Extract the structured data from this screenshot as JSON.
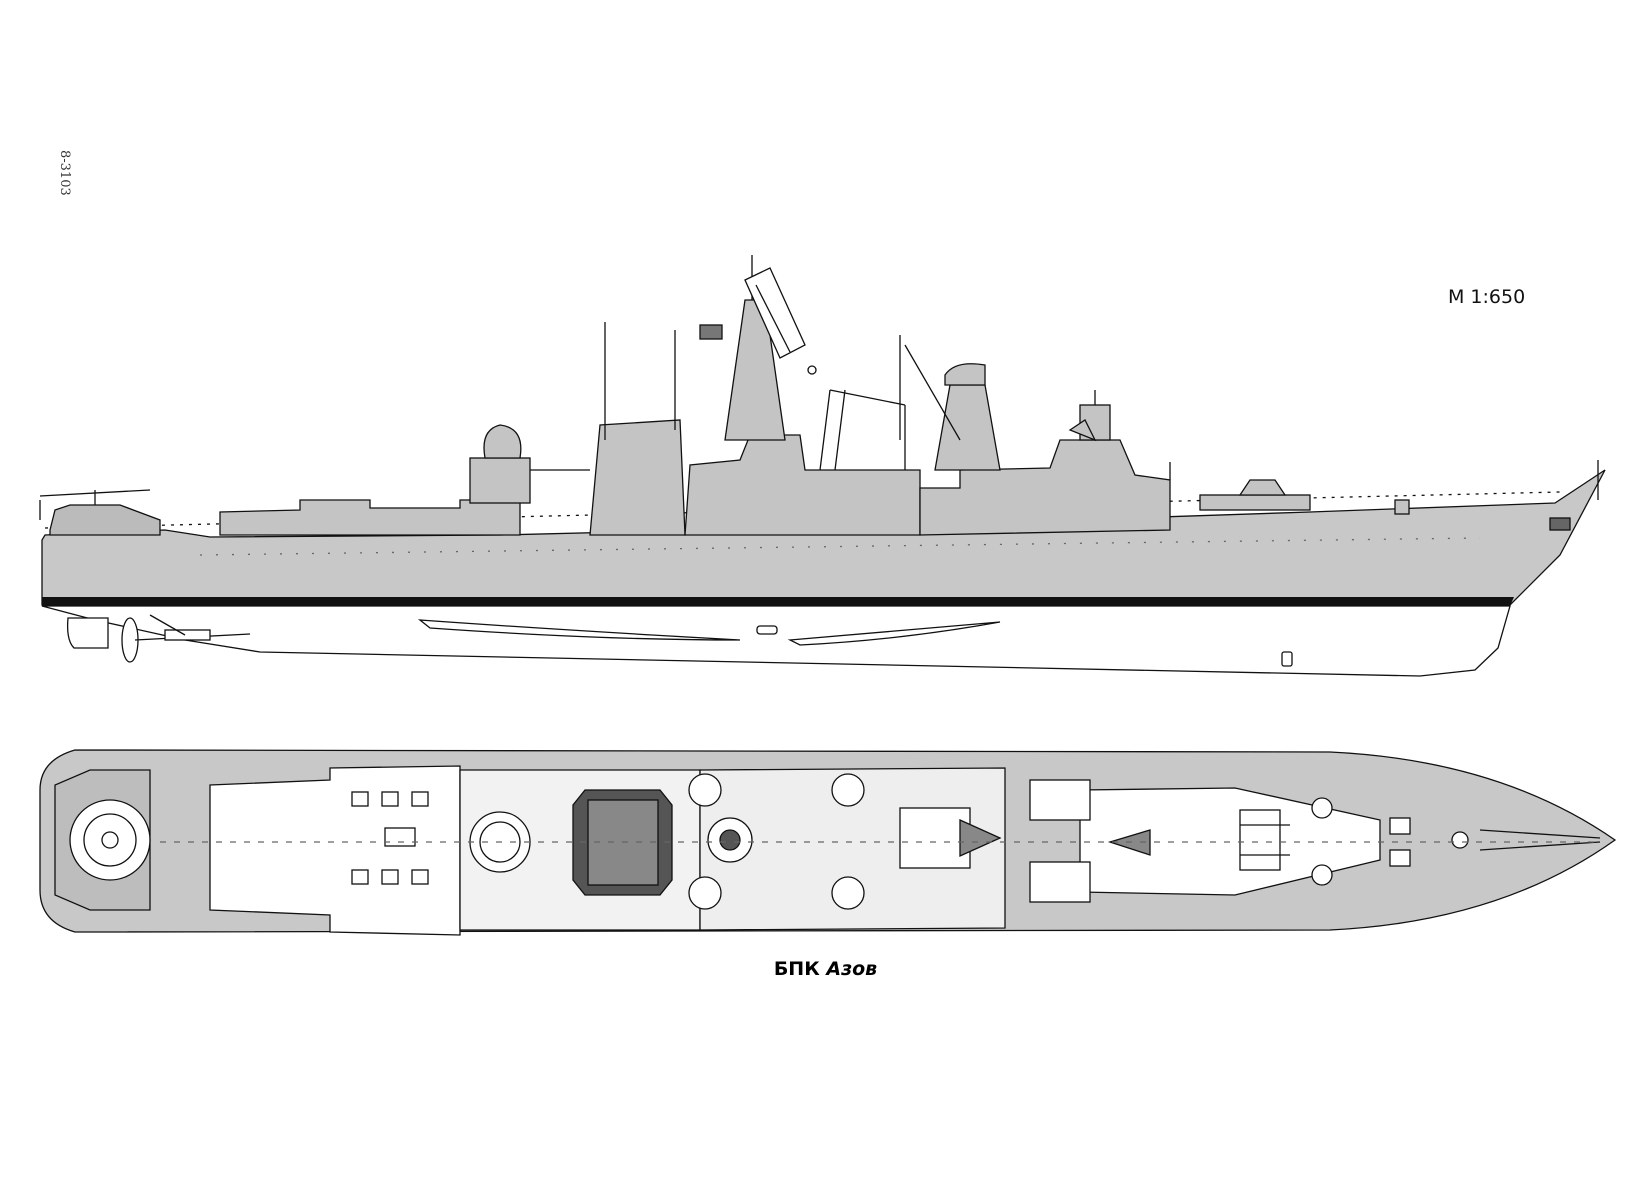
{
  "document_code": "8-3103",
  "scale": "M 1:650",
  "caption": {
    "type": "БПК",
    "name": "Азов"
  },
  "colors": {
    "hull_gray": "#c9c9c9",
    "deck_gray": "#bdbdbd",
    "line": "#111111",
    "white": "#ffffff"
  },
  "views": [
    "side-profile",
    "top-plan"
  ]
}
